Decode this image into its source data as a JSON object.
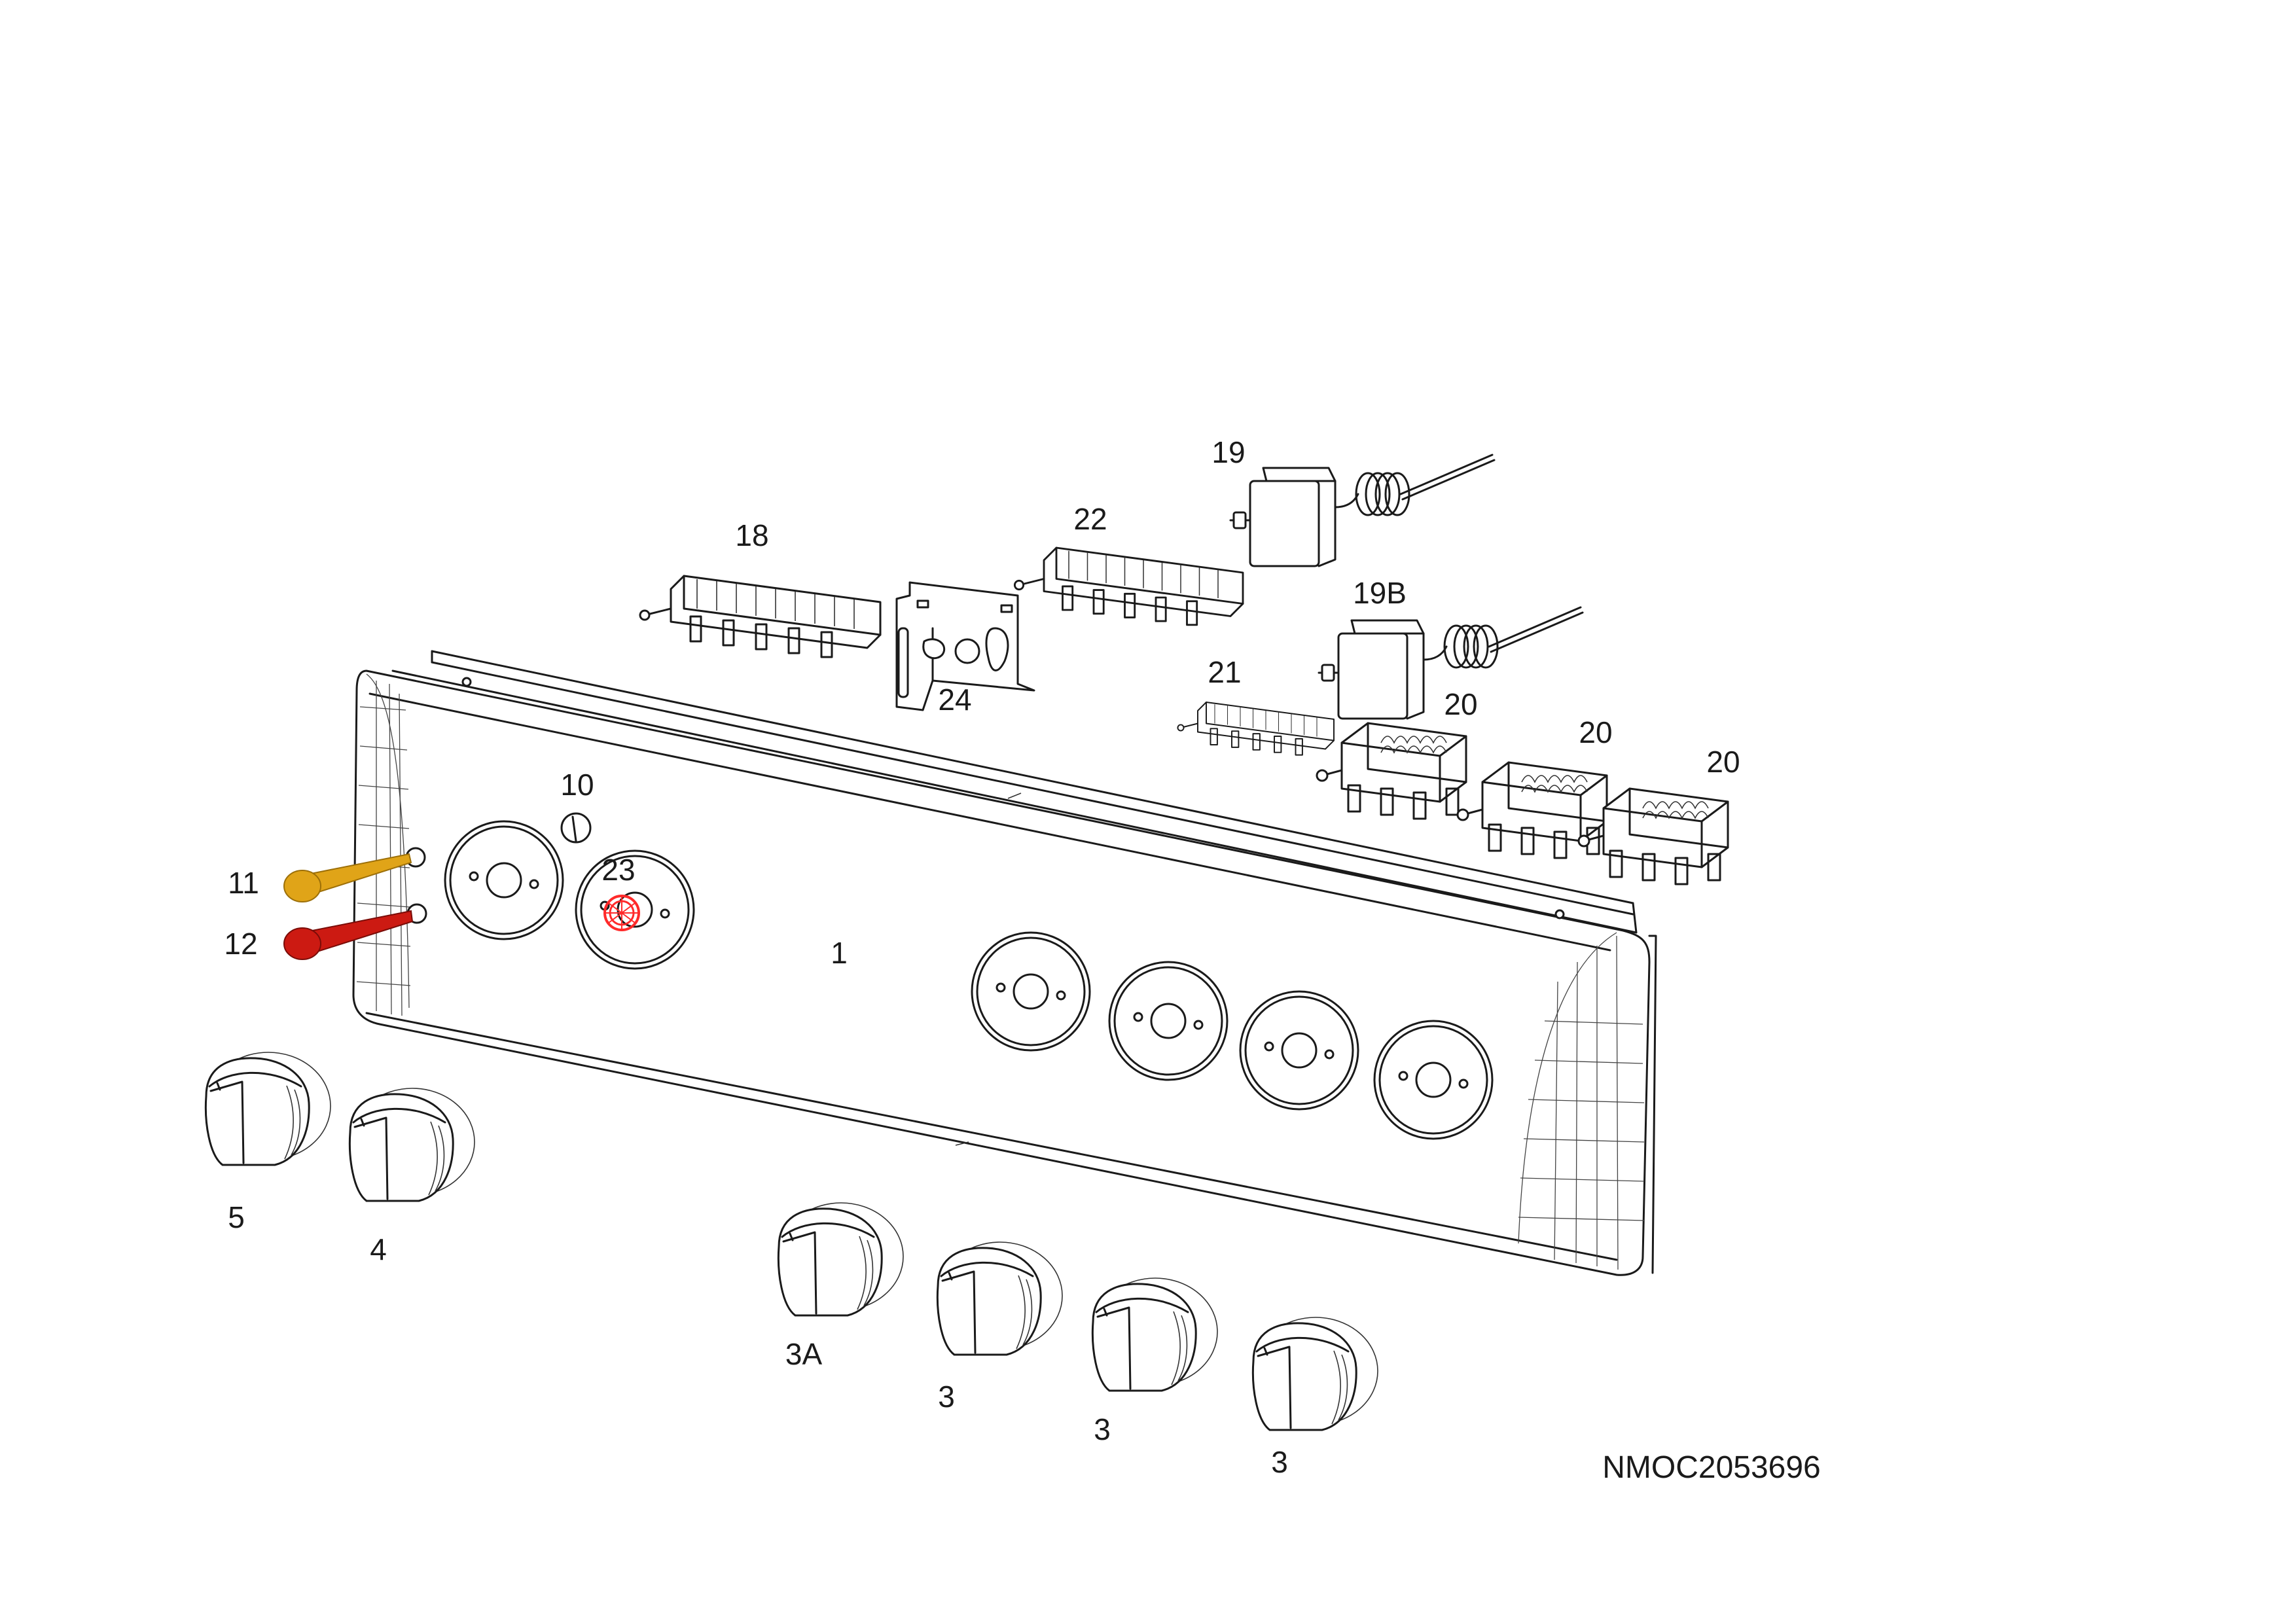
{
  "diagram_code": "NMOC2053696",
  "colors": {
    "line": "#1a1a1a",
    "light_yellow": "#e0a418",
    "light_red": "#cc1a12",
    "part23": "#ff2a2a"
  },
  "callouts": {
    "panel": "1",
    "knob_3a": "3A",
    "knob_3_a": "3",
    "knob_3_b": "3",
    "knob_3_c": "3",
    "knob_4": "4",
    "knob_5": "5",
    "part_10": "10",
    "part_11": "11",
    "part_12": "12",
    "part_18": "18",
    "part_19": "19",
    "part_19b": "19B",
    "part_20_a": "20",
    "part_20_b": "20",
    "part_20_c": "20",
    "part_21": "21",
    "part_22": "22",
    "part_23": "23",
    "part_24": "24"
  }
}
